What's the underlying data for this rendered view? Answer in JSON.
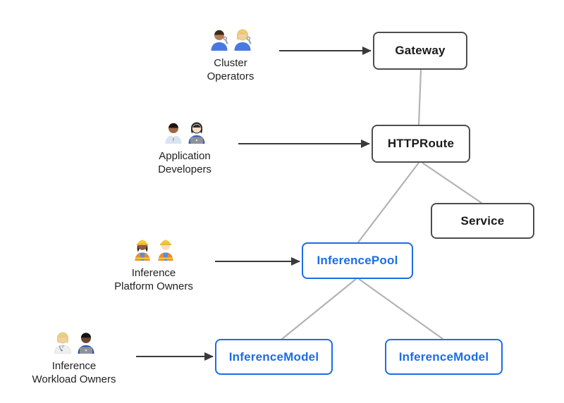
{
  "diagram": {
    "personas": [
      {
        "name": "Cluster Operators",
        "emoji": "👨🏽‍🔧 👩🏼‍🔧",
        "icons": [
          "man-mechanic",
          "woman-mechanic"
        ],
        "label_lines": [
          "Cluster",
          "Operators"
        ]
      },
      {
        "name": "Application Developers",
        "emoji": "👨🏾‍💼 👩🏻‍💻",
        "icons": [
          "man-office-worker",
          "woman-technologist"
        ],
        "label_lines": [
          "Application",
          "Developers"
        ]
      },
      {
        "name": "Inference Platform Owners",
        "emoji": "👷🏾‍♀️ 👷🏻",
        "icons": [
          "woman-construction-worker",
          "man-construction-worker"
        ],
        "label_lines": [
          "Inference",
          "Platform Owners"
        ]
      },
      {
        "name": "Inference Workload Owners",
        "emoji": "🧑🏼‍⚕️ 👨🏿‍💻",
        "icons": [
          "health-worker",
          "man-technologist"
        ],
        "label_lines": [
          "Inference",
          "Workload Owners"
        ]
      }
    ],
    "nodes": [
      {
        "id": "gateway",
        "label": "Gateway",
        "variant": "dark"
      },
      {
        "id": "httproute",
        "label": "HTTPRoute",
        "variant": "dark"
      },
      {
        "id": "service",
        "label": "Service",
        "variant": "dark"
      },
      {
        "id": "inference-pool",
        "label": "InferencePool",
        "variant": "blue"
      },
      {
        "id": "inference-model-left",
        "label": "InferenceModel",
        "variant": "blue"
      },
      {
        "id": "inference-model-right",
        "label": "InferenceModel",
        "variant": "blue"
      }
    ],
    "edges": [
      {
        "from": "gateway",
        "to": "httproute",
        "style": "gray-line"
      },
      {
        "from": "httproute",
        "to": "inference-pool",
        "style": "gray-line"
      },
      {
        "from": "httproute",
        "to": "service",
        "style": "gray-line"
      },
      {
        "from": "inference-pool",
        "to": "inference-model-left",
        "style": "gray-line"
      },
      {
        "from": "inference-pool",
        "to": "inference-model-right",
        "style": "gray-line"
      },
      {
        "from": "cluster-operators",
        "to": "gateway",
        "style": "arrow"
      },
      {
        "from": "application-developers",
        "to": "httproute",
        "style": "arrow"
      },
      {
        "from": "inference-platform-owners",
        "to": "inference-pool",
        "style": "arrow"
      },
      {
        "from": "inference-workload-owners",
        "to": "inference-model-left",
        "style": "arrow"
      }
    ],
    "colors": {
      "node_border_dark": "#4d4d4d",
      "node_text_dark": "#1a1a1a",
      "accent_blue": "#1c6ce8",
      "connector_gray": "#b3b3b3",
      "arrow_dark": "#3a3a3a",
      "background": "#ffffff"
    }
  }
}
